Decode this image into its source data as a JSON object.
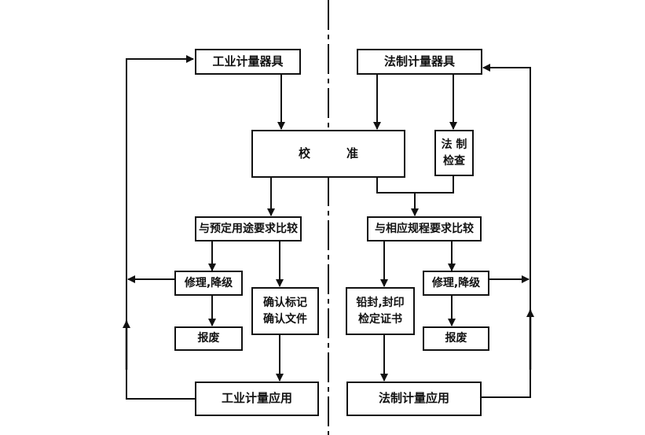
{
  "diagram": {
    "title": "",
    "left_side": {
      "instrument": "工业计量器具",
      "compare": "与预定用途要求比较",
      "repair": "修理,降级",
      "scrap": "报废",
      "confirm": "确认标记\n确认文件",
      "application": "工业计量应用"
    },
    "center": {
      "calibration": "校准"
    },
    "right_side": {
      "instrument": "法制计量器具",
      "legal_inspection": "法 制\n检查",
      "compare": "与相应规程要求比较",
      "seal": "铅封,封印\n检定证书",
      "repair": "修理,降级",
      "scrap": "报废",
      "application": "法制计量应用"
    },
    "colors": {
      "line": "#111111",
      "background": "#ffffff"
    }
  }
}
